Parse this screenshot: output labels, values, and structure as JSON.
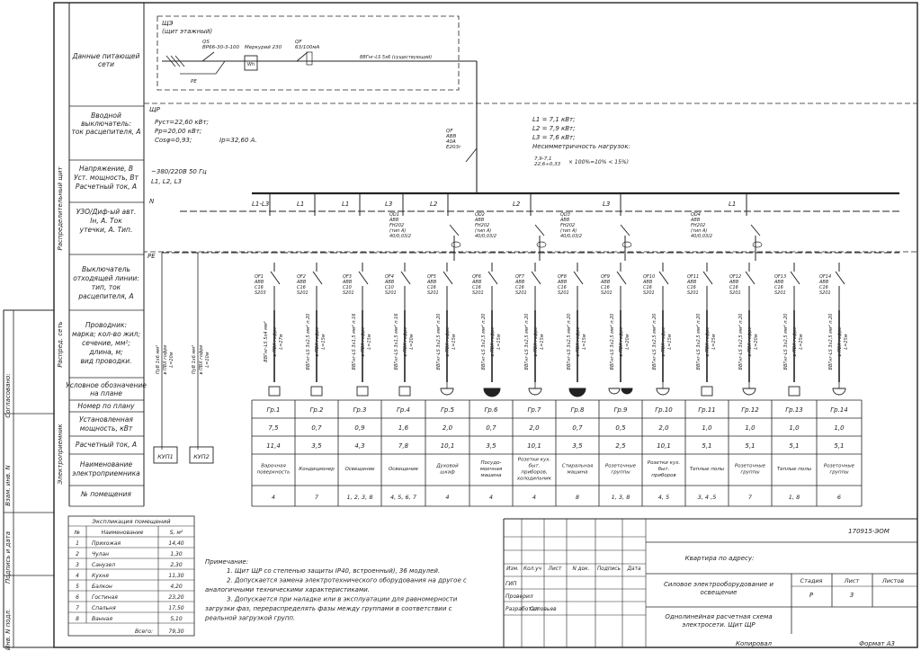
{
  "left_labels": {
    "supply": [
      "Данные питающей",
      "сети"
    ],
    "input_switch": [
      "Вводной",
      "выключатель:",
      "ток расцепителя, А"
    ],
    "voltage": [
      "Напряжение, В",
      "Уст. мощность, Вт",
      "Расчетный ток, А"
    ],
    "rcd": [
      "УЗО/Диф-ый авт.",
      "Iн, А. Ток",
      "утечки, А. Тип."
    ],
    "breaker": [
      "Выключатель",
      "отходящей линии:",
      "тип, ток",
      "расцепителя, А"
    ],
    "conductor": [
      "Проводник:",
      "марка; кол-во жил;",
      "сечение, мм²;",
      "длина, м;",
      "вид проводки."
    ],
    "plan_mark": [
      "Условное обозначение",
      "на плане"
    ],
    "group_no": "Номер по плану",
    "installed_power": [
      "Установленная",
      "мощность, кВт"
    ],
    "calc_current": "Расчетный ток, А",
    "receiver_name": [
      "Наименование",
      "электроприемника"
    ],
    "room_no": "№ помещения"
  },
  "side_vertical": {
    "panel": "Распределительный щит",
    "network": "Распред. сеть",
    "receivers": "Электроприемник"
  },
  "margin_stamps": [
    "Согласовано:",
    "Взам. инв. N",
    "Подпись и дата",
    "Инв. N подл."
  ],
  "floor_panel": {
    "title": [
      "ЩЭ",
      "(щит этажный)"
    ],
    "fuse": [
      "QS",
      "ВР66-30-3-100"
    ],
    "meter": "Меркурий 230",
    "meter_box": "Wh",
    "rcd": [
      "QF",
      "63/100мА"
    ],
    "pe": "PE",
    "cable": "ВВГнг-LS 5х6 (существующий)"
  },
  "main_panel": {
    "title": "ЩР",
    "specs": [
      "Руст=22,60 кВт;",
      "Рр=20,00 кВт;",
      "Cosφ=0,93;"
    ],
    "current": "Ір=32,60 А.",
    "main_breaker": [
      "QF",
      "ABB",
      "40А",
      "E203r"
    ],
    "loads": [
      "L1 = 7,1 кВт;",
      "L2 = 7,9 кВт;",
      "L3 = 7,6 кВт;",
      "Несимметричность нагрузок:"
    ],
    "asym_formula": [
      "7,9-7,1",
      "22,6÷0,33",
      "× 100%=10% < 15%)"
    ],
    "voltage": "~380/220В 50 Гц",
    "phases": "L1, L2, L3",
    "n_label": "N",
    "pe_label": "PE",
    "bus_labels": [
      "L1-L3",
      "L1",
      "L1",
      "L3",
      "L2",
      "L2",
      "L3",
      "L1"
    ]
  },
  "rcds": [
    {
      "lines": [
        "QD1",
        "ABB",
        "FH202",
        "(тип А)",
        "40/0,03/2"
      ]
    },
    {
      "lines": [
        "QD2",
        "ABB",
        "FH202",
        "(тип А)",
        "40/0,03/2"
      ]
    },
    {
      "lines": [
        "QD3",
        "ABB",
        "FH202",
        "(тип А)",
        "40/0,03/2"
      ]
    },
    {
      "lines": [
        "QD4",
        "ABB",
        "FH202",
        "(тип А)",
        "40/0,03/2"
      ]
    }
  ],
  "breakers": [
    [
      "QF1",
      "ABB",
      "C16",
      "S203"
    ],
    [
      "QF2",
      "ABB",
      "C16",
      "S201"
    ],
    [
      "QF3",
      "ABB",
      "C10",
      "S201"
    ],
    [
      "QF4",
      "ABB",
      "C10",
      "S201"
    ],
    [
      "QF5",
      "ABB",
      "C16",
      "S201"
    ],
    [
      "QF6",
      "ABB",
      "C16",
      "S201"
    ],
    [
      "QF7",
      "ABB",
      "C16",
      "S201"
    ],
    [
      "QF8",
      "ABB",
      "C16",
      "S201"
    ],
    [
      "QF9",
      "ABB",
      "C16",
      "S201"
    ],
    [
      "QF10",
      "ABB",
      "C16",
      "S201"
    ],
    [
      "QF11",
      "ABB",
      "C16",
      "S201"
    ],
    [
      "QF12",
      "ABB",
      "C16",
      "S201"
    ],
    [
      "QF13",
      "ABB",
      "C16",
      "S201"
    ],
    [
      "QF14",
      "ABB",
      "C16",
      "S201"
    ]
  ],
  "cables": [
    "ВВГнг-LS 5х4 мм²",
    "ВВГнг-LS 3х2,5 мм² п.20",
    "ВВГнг-LS 3х1,5 мм² п.16",
    "ВВГнг-LS 3х1,5 мм² п.16",
    "ВВГнг-LS 3х2,5 мм² п.20",
    "ВВГнг-LS 3х2,5 мм² п.20",
    "ВВГнг-LS 3х2,5 мм² п.20",
    "ВВГнг-LS 3х2,5 мм² п.20",
    "ВВГнг-LS 3х2,5 мм² п.20",
    "ВВГнг-LS 3х2,5 мм² п.20",
    "ВВГнг-LS 3х2,5 мм² п.20",
    "ВВГнг-LS 3х2,5 мм² п.20",
    "ВВГнг-LS 3х2,5 мм² п.20",
    "ВВГнг-LS 3х2,5 мм² п.20"
  ],
  "cable_route": "в ПВХ гофре",
  "cable_lengths": [
    "L=27м",
    "L=15м",
    "L=15м",
    "L=20м",
    "L=15м",
    "L=15м",
    "L=15м",
    "L=15м",
    "L=20м",
    "L=15м",
    "L=25м",
    "L=20м",
    "L=25м",
    "L=25м"
  ],
  "equalizers": [
    {
      "line1": "ПуВ 1х6 мм²",
      "line2": "в ПВХ гофре",
      "line3": "L=20м",
      "box": "КУП1"
    },
    {
      "line1": "ПуВ 1х6 мм²",
      "line2": "в ПВХ гофре",
      "line3": "L=10м",
      "box": "КУП2"
    }
  ],
  "groups": [
    {
      "no": "Гр.1",
      "power": "7,5",
      "current": "11,4",
      "name": [
        "Варочная",
        "поверхность"
      ],
      "rooms": "4",
      "sym": "box"
    },
    {
      "no": "Гр.2",
      "power": "0,7",
      "current": "3,5",
      "name": [
        "Кондиционер"
      ],
      "rooms": "7",
      "sym": "box"
    },
    {
      "no": "Гр.3",
      "power": "0,9",
      "current": "4,3",
      "name": [
        "Освещение"
      ],
      "rooms": "1, 2, 3, 8",
      "sym": "box"
    },
    {
      "no": "Гр.4",
      "power": "1,6",
      "current": "7,8",
      "name": [
        "Освещение"
      ],
      "rooms": "4, 5, 6, 7",
      "sym": "box"
    },
    {
      "no": "Гр.5",
      "power": "2,0",
      "current": "10,1",
      "name": [
        "Духовой",
        "шкаф"
      ],
      "rooms": "4",
      "sym": "socket"
    },
    {
      "no": "Гр.6",
      "power": "0,7",
      "current": "3,5",
      "name": [
        "Посудо-",
        "моечная",
        "машина"
      ],
      "rooms": "4",
      "sym": "socket-filled"
    },
    {
      "no": "Гр.7",
      "power": "2,0",
      "current": "10,1",
      "name": [
        "Розетки кух.",
        "быт.",
        "приборов,",
        "холодильник"
      ],
      "rooms": "4",
      "sym": "socket"
    },
    {
      "no": "Гр.8",
      "power": "0,7",
      "current": "3,5",
      "name": [
        "Стиральная",
        "машина"
      ],
      "rooms": "8",
      "sym": "socket-filled"
    },
    {
      "no": "Гр.9",
      "power": "0,5",
      "current": "2,5",
      "name": [
        "Розеточные",
        "группы"
      ],
      "rooms": "1, 3, 8",
      "sym": "socket-pair"
    },
    {
      "no": "Гр.10",
      "power": "2,0",
      "current": "10,1",
      "name": [
        "Розетки кух.",
        "быт.",
        "приборов"
      ],
      "rooms": "4, 5",
      "sym": "socket"
    },
    {
      "no": "Гр.11",
      "power": "1,0",
      "current": "5,1",
      "name": [
        "Теплые полы"
      ],
      "rooms": "3, 4 ,5",
      "sym": "box"
    },
    {
      "no": "Гр.12",
      "power": "1,0",
      "current": "5,1",
      "name": [
        "Розеточные",
        "группы"
      ],
      "rooms": "7",
      "sym": "socket"
    },
    {
      "no": "Гр.13",
      "power": "1,0",
      "current": "5,1",
      "name": [
        "Теплые полы"
      ],
      "rooms": "1, 8",
      "sym": "box"
    },
    {
      "no": "Гр.14",
      "power": "1,0",
      "current": "5,1",
      "name": [
        "Розеточные",
        "группы"
      ],
      "rooms": "6",
      "sym": "socket"
    }
  ],
  "rooms_table": {
    "title": "Экспликация помещений",
    "headers": [
      "№",
      "Наименование",
      "S, м²"
    ],
    "rows": [
      [
        "1",
        "Прихожая",
        "14,40"
      ],
      [
        "2",
        "Чулан",
        "1,30"
      ],
      [
        "3",
        "Санузел",
        "2,30"
      ],
      [
        "4",
        "Кухня",
        "11,30"
      ],
      [
        "5",
        "Балкон",
        "4,20"
      ],
      [
        "6",
        "Гостиная",
        "23,20"
      ],
      [
        "7",
        "Спальня",
        "17,50"
      ],
      [
        "8",
        "Ванная",
        "5,10"
      ]
    ],
    "total_label": "Всего:",
    "total": "79,30"
  },
  "notes": {
    "title": "Примечание:",
    "lines": [
      "1. Щит ЩР со степенью защиты IP40, встроенный), 36 модулей.",
      "2. Допускается замена электротехнического оборудования на другое с",
      "аналогичными техническими характеристиками.",
      "3. Допускается при наладке или в эксплуатации для равномерности",
      "загрузки фаз, перераспределять фазы между группами в соответствии с",
      "реальной загрузкой групп."
    ]
  },
  "title_block": {
    "doc_code": "170915-ЭОМ",
    "address": "Квартира по адресу:",
    "col_heads": [
      "Изм.",
      "Кол.уч",
      "Лист",
      "N док.",
      "Подпись",
      "Дата"
    ],
    "roles": [
      "ГИП",
      "Проверил",
      "Разработал"
    ],
    "developer": "Соловьев",
    "project": [
      "Силовое электрооборудование и",
      "освещение"
    ],
    "stage_heads": [
      "Стадия",
      "Лист",
      "Листов"
    ],
    "stage_vals": [
      "Р",
      "3",
      ""
    ],
    "sheet_title": [
      "Однолинейная расчетная схема",
      "электросети. Щит ЩР"
    ],
    "copied": "Копировал",
    "format": "Формат А3"
  }
}
